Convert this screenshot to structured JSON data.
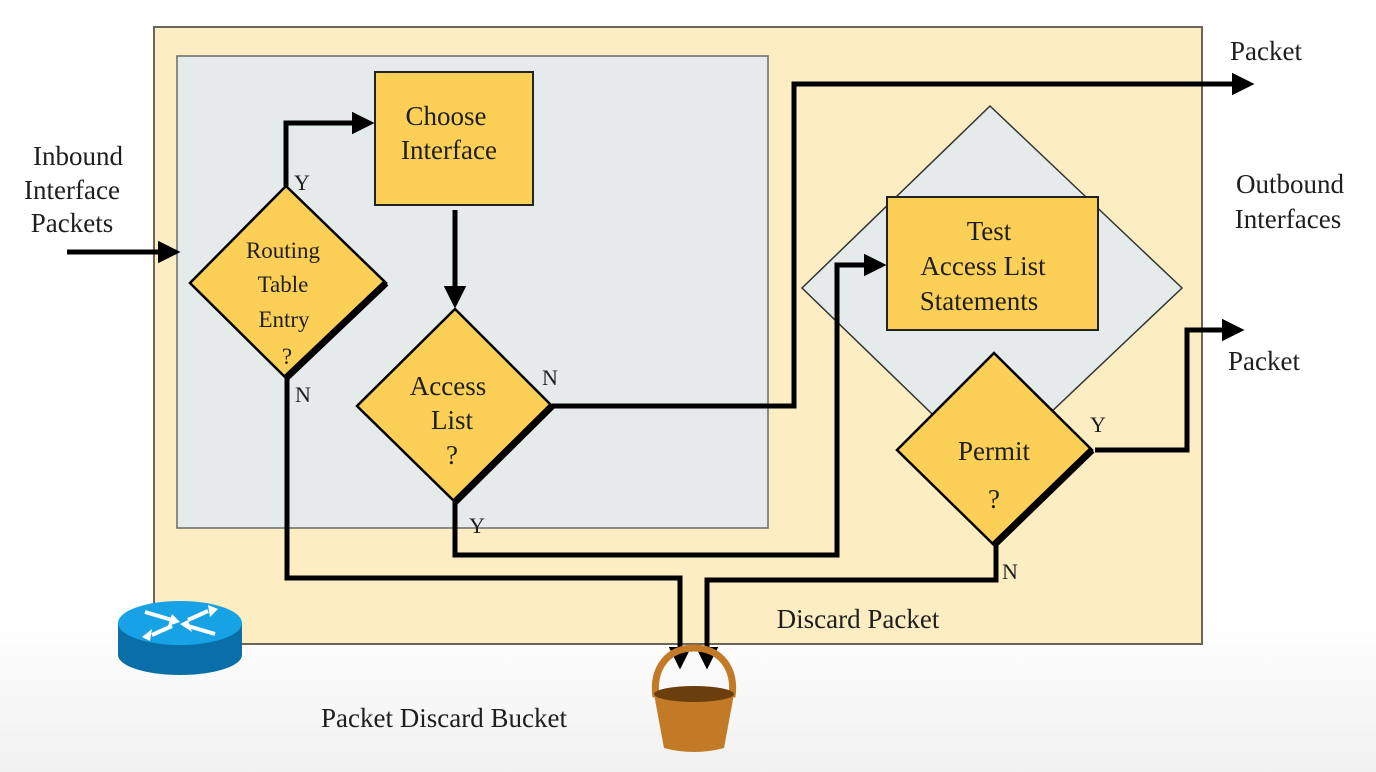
{
  "diagram": {
    "inbound_label": [
      "Inbound",
      "Interface",
      "Packets"
    ],
    "outbound_label": [
      "Outbound",
      "Interfaces"
    ],
    "packet_top_label": "Packet",
    "packet_mid_label": "Packet",
    "routing_decision": [
      "Routing",
      "Table",
      "Entry",
      "?"
    ],
    "choose_interface": [
      "Choose",
      "Interface"
    ],
    "access_list_decision": [
      "Access",
      "List",
      "?"
    ],
    "test_statements": [
      "Test",
      "Access List",
      "Statements"
    ],
    "permit_decision": [
      "Permit",
      "?"
    ],
    "discard_packet_label": "Discard Packet",
    "bucket_label": "Packet Discard Bucket",
    "edge_labels": {
      "routing_yes": "Y",
      "routing_no": "N",
      "access_no": "N",
      "access_yes": "Y",
      "permit_yes": "Y",
      "permit_no": "N"
    },
    "colors": {
      "outer_panel": "#fdedc2",
      "inner_panel": "#e5eaeb",
      "node_fill": "#fcd057",
      "router_blue": "#0f87c9",
      "bucket_brown": "#c27a26"
    }
  }
}
